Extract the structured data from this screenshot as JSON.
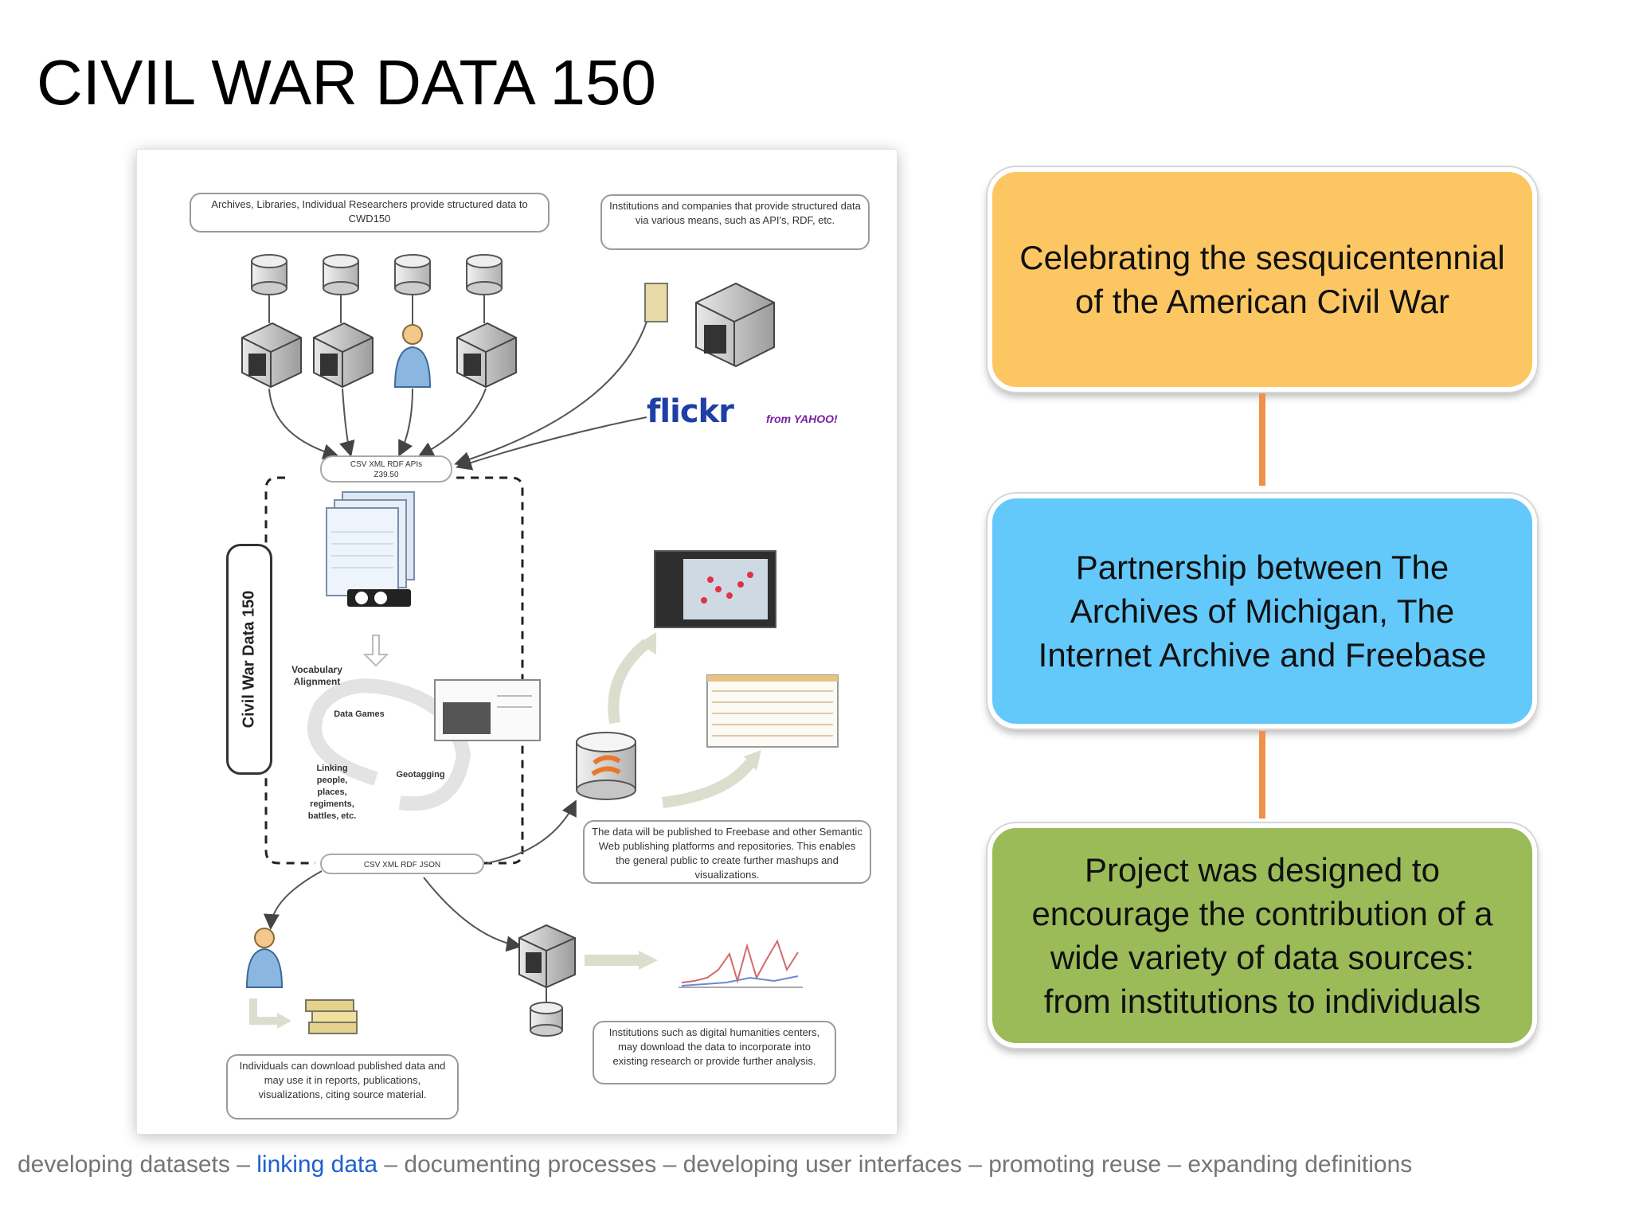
{
  "slide": {
    "title": "CIVIL WAR DATA 150"
  },
  "diagram": {
    "notes": {
      "top_left": "Archives, Libraries, Individual Researchers provide structured data to CWD150",
      "top_right": "Institutions and companies that provide structured data via various means, such as API's, RDF, etc.",
      "freebase": "The data will be published to Freebase and other Semantic Web publishing platforms and repositories. This enables the general public to create further mashups and visualizations.",
      "individuals": "Individuals can download published data and may use it in reports, publications, visualizations, citing source material.",
      "institutions": "Institutions such as digital humanities centers, may download the data to incorporate into existing research or provide further analysis."
    },
    "input_formats": "CSV XML RDF APIs Z39.50",
    "output_formats": "CSV XML RDF JSON",
    "vertical_label": "Civil War Data 150",
    "process_labels": {
      "vocabulary": "Vocabulary Alignment",
      "data_games": "Data Games",
      "linking": "Linking people, places, regiments, battles, etc.",
      "geotagging": "Geotagging"
    },
    "brand": {
      "flickr": "flickr",
      "yahoo": "from YAHOO!"
    }
  },
  "cards": [
    {
      "text": "Celebrating the sesquicentennial of the American Civil War",
      "color": "#fcc763"
    },
    {
      "text": "Partnership between The Archives of Michigan, The Internet Archive and Freebase",
      "color": "#63c9fb"
    },
    {
      "text": "Project was designed to encourage the contribution of a wide variety of data sources: from institutions to individuals",
      "color": "#9bbb59"
    }
  ],
  "footer": {
    "items": [
      "developing datasets",
      "linking data",
      "documenting processes",
      "developing user interfaces",
      "promoting reuse",
      "expanding definitions"
    ],
    "separator": "–",
    "active_index": 1,
    "active_color": "#1f5fd0"
  }
}
